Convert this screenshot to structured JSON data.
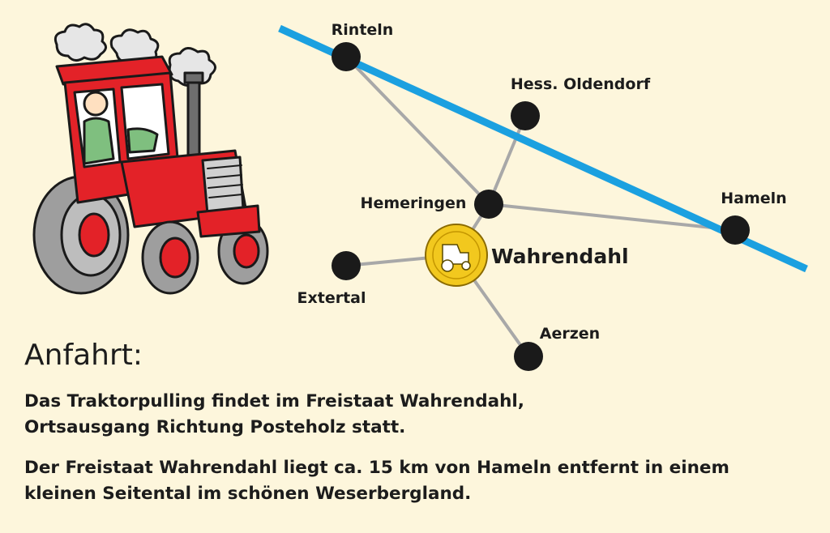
{
  "colors": {
    "background": "#fdf6dc",
    "river": "#1ba0e0",
    "road": "#a8a8a8",
    "town_dot": "#1a1a1a",
    "marker_fill": "#f2c81e",
    "tractor_red": "#e32228",
    "tractor_tire": "#9a9a9a"
  },
  "map": {
    "towns": [
      {
        "id": "rinteln",
        "name": "Rinteln"
      },
      {
        "id": "hess-oldendorf",
        "name": "Hess. Oldendorf"
      },
      {
        "id": "hemeringen",
        "name": "Hemeringen"
      },
      {
        "id": "hameln",
        "name": "Hameln"
      },
      {
        "id": "extertal",
        "name": "Extertal"
      },
      {
        "id": "aerzen",
        "name": "Aerzen"
      }
    ],
    "destination": {
      "name": "Wahrendahl",
      "marker_icon": "club-logo-seal"
    }
  },
  "illustration": {
    "icon": "tractor-cartoon-icon"
  },
  "directions": {
    "heading": "Anfahrt:",
    "paragraph1": [
      "Das Traktorpulling findet im Freistaat Wahrendahl,",
      "Ortsausgang Richtung Posteholz statt."
    ],
    "paragraph2": [
      "Der Freistaat Wahrendahl liegt ca. 15 km von Hameln entfernt in einem",
      "kleinen Seitental im schönen Weserbergland."
    ]
  }
}
